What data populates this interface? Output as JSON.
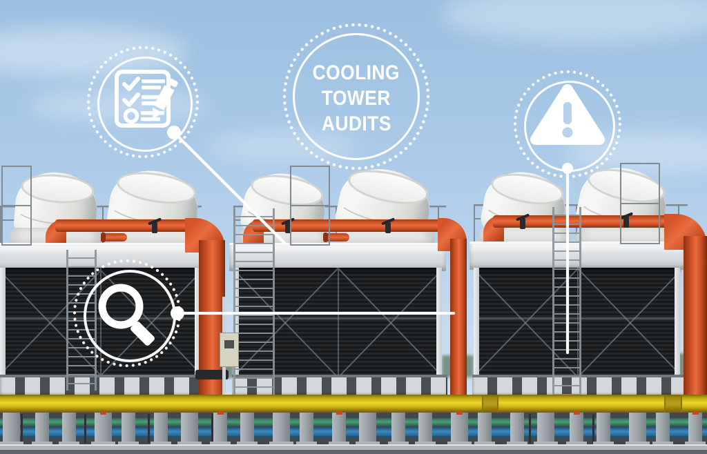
{
  "overlay": {
    "title_circle": {
      "lines": [
        "COOLING",
        "TOWER",
        "AUDITS"
      ]
    },
    "callouts": [
      {
        "id": "audit-checklist",
        "icon": "checklist-pencil-icon"
      },
      {
        "id": "warning-alert",
        "icon": "warning-triangle-icon"
      },
      {
        "id": "inspection",
        "icon": "magnifier-icon"
      }
    ],
    "overlay_color": "#ffffff"
  },
  "scenery": {
    "photo_subject": "industrial cooling towers with fan shrouds, red risers, yellow and blue pipelines",
    "pillar_count": 24,
    "rod_count": 11,
    "colors": {
      "sky": "#aecbe8",
      "pipe_red": "#d8552a",
      "pipe_yellow": "#e2c91c",
      "pipe_blue": "#3079a9",
      "pipe_green": "#3f8f70",
      "fill_panel_black": "#1b1d20",
      "structure_gray": "#9aa0a5"
    }
  }
}
